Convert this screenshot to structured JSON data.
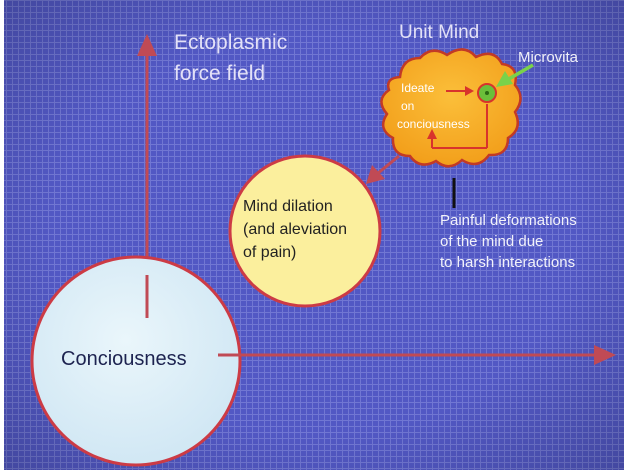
{
  "diagram": {
    "axis_label_line1": "Ectoplasmic",
    "axis_label_line2": "force field",
    "unit_mind_label": "Unit Mind",
    "microvita_label": "Microvita",
    "ideate_line1": "Ideate",
    "ideate_line2": "on",
    "ideate_line3": "conciousness",
    "dilation_line1": "Mind dilation",
    "dilation_line2": "(and aleviation",
    "dilation_line3": "of pain)",
    "deformation_line1": "Painful deformations",
    "deformation_line2": "of the mind due",
    "deformation_line3": "to harsh interactions",
    "consciousness_label": "Conciousness"
  },
  "colors": {
    "background": "#5258c4",
    "grid": "#8a8fe0",
    "axis_arrow": "#c04a55",
    "consciousness_fill": "#d6ecf7",
    "consciousness_stroke": "#cc3b45",
    "dilation_fill": "#fbef9d",
    "dilation_stroke": "#cc3b45",
    "blob_fill": "#f5a51f",
    "blob_stroke": "#c23a26",
    "inner_arrow": "#d8332c",
    "microvita_dot": "#6bbf3a",
    "microvita_arrow": "#7ad24a",
    "deformation_pointer": "#111111"
  },
  "icons": {
    "arrowhead": "triangle",
    "microvita": "green-dot"
  }
}
